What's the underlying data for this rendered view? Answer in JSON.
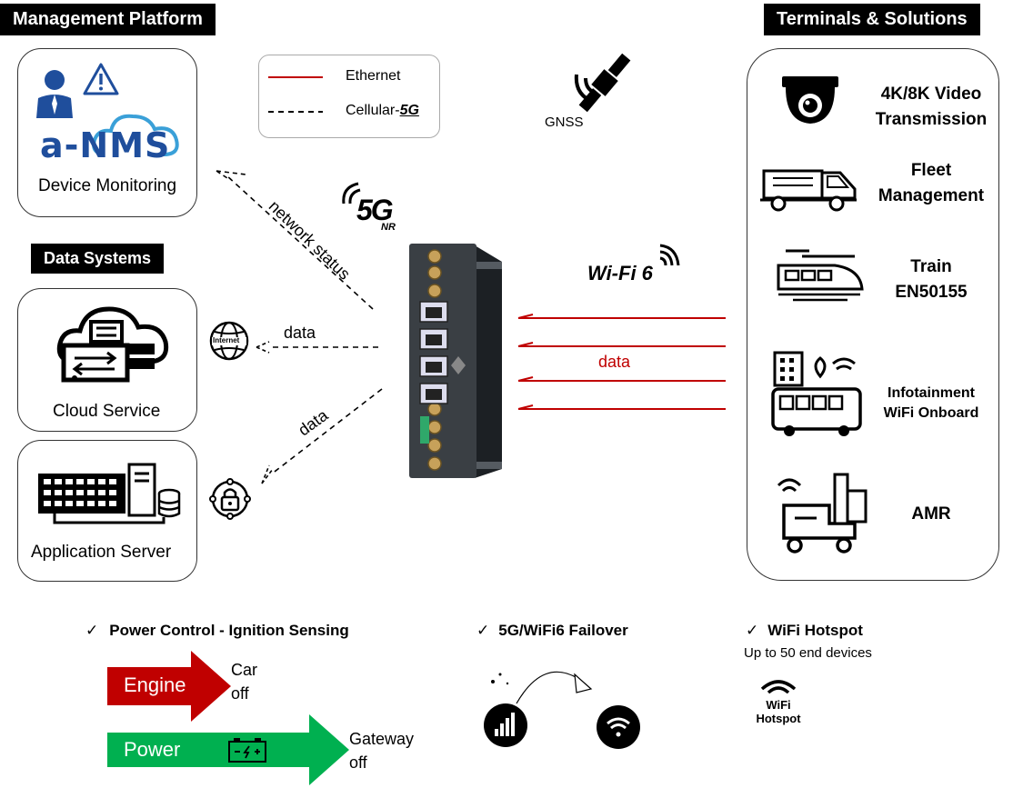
{
  "headers": {
    "management": "Management Platform",
    "data_systems": "Data Systems",
    "terminals": "Terminals & Solutions"
  },
  "legend": {
    "ethernet": "Ethernet",
    "cellular_prefix": "Cellular-",
    "cellular_5g": "5G"
  },
  "left": {
    "nms_logo": "a-NMS",
    "device_monitoring": "Device Monitoring",
    "cloud_service": "Cloud Service",
    "application_server": "Application Server",
    "internet_icon_text": "Internet"
  },
  "center": {
    "gnss": "GNSS",
    "badge_5g": "5G",
    "badge_nr": "NR",
    "wifi6": "Wi-Fi 6",
    "network_status": "network status",
    "data_internet": "data",
    "data_app": "data",
    "data_ethernet": "data"
  },
  "terminals": {
    "video_line1": "4K/8K Video",
    "video_line2": "Transmission",
    "fleet_line1": "Fleet",
    "fleet_line2": "Management",
    "train_line1": "Train",
    "train_line2": "EN50155",
    "info_line1": "Infotainment",
    "info_line2": "WiFi Onboard",
    "amr": "AMR"
  },
  "features": {
    "check": "✓",
    "power_control": "Power Control - Ignition Sensing",
    "engine": "Engine",
    "car_off_1": "Car",
    "car_off_2": "off",
    "power": "Power",
    "gw_off_1": "Gateway",
    "gw_off_2": "off",
    "failover": "5G/WiFi6 Failover",
    "hotspot": "WiFi Hotspot",
    "hotspot_sub": "Up to 50 end devices",
    "hotspot_icon_1": "WiFi",
    "hotspot_icon_2": "Hotspot"
  },
  "colors": {
    "ethernet_red": "#c00000",
    "arrow_red": "#c00000",
    "arrow_green": "#00b050",
    "nms_blue": "#1f4e9c",
    "device_body": "#3a3f44"
  }
}
